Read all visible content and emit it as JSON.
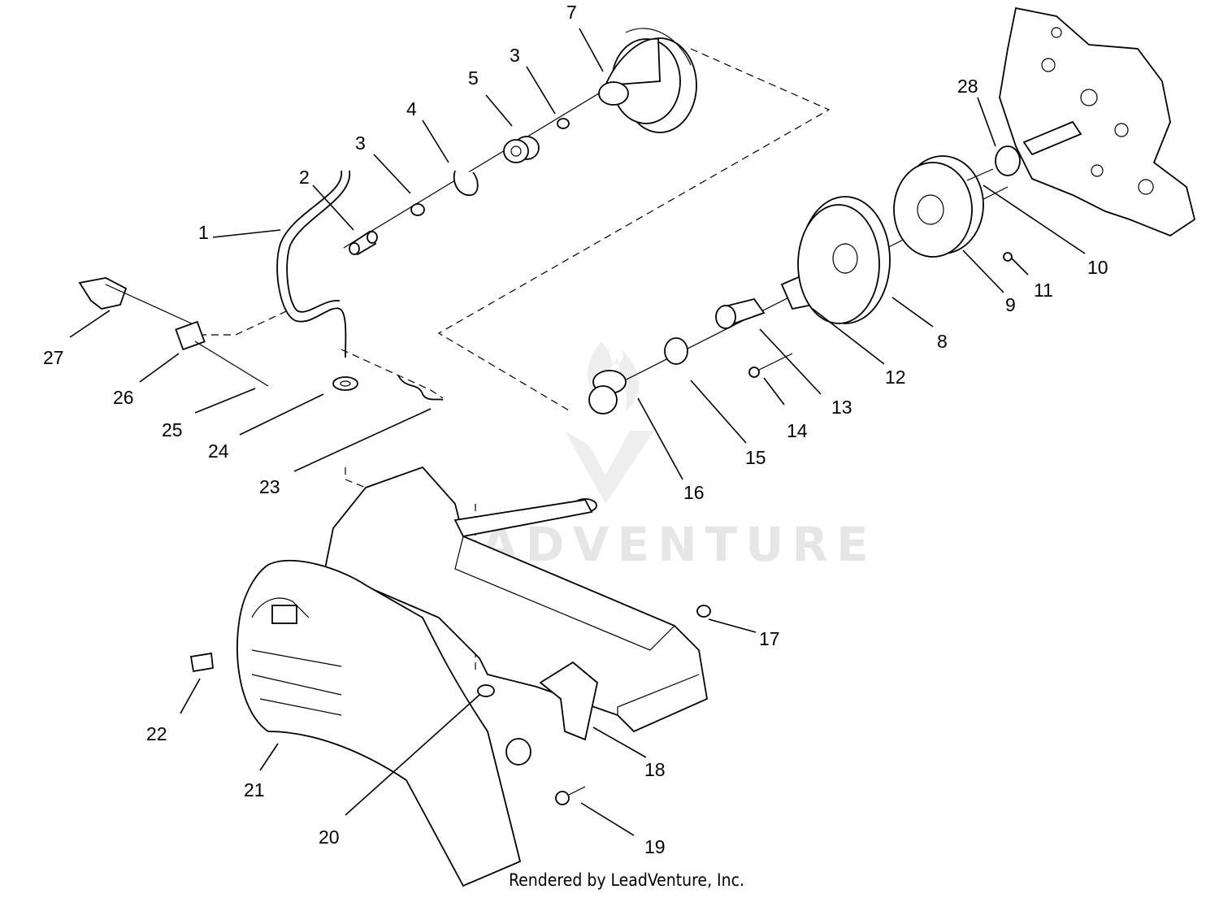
{
  "callouts": {
    "c1": "1",
    "c2": "2",
    "c3a": "3",
    "c3b": "3",
    "c4": "4",
    "c5": "5",
    "c7": "7",
    "c8": "8",
    "c9": "9",
    "c10": "10",
    "c11": "11",
    "c12": "12",
    "c13": "13",
    "c14": "14",
    "c15": "15",
    "c16": "16",
    "c17": "17",
    "c18": "18",
    "c19": "19",
    "c20": "20",
    "c21": "21",
    "c22": "22",
    "c23": "23",
    "c24": "24",
    "c25": "25",
    "c26": "26",
    "c27": "27",
    "c28": "28"
  },
  "watermark": "LEADVENTURE",
  "credit": "Rendered by LeadVenture, Inc."
}
